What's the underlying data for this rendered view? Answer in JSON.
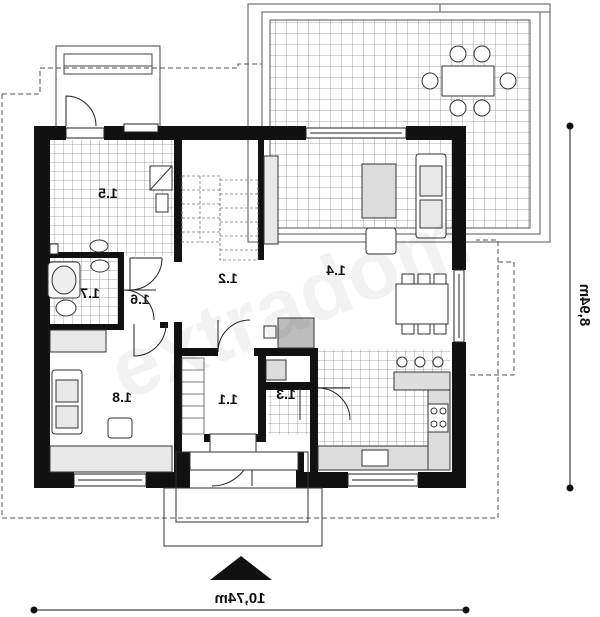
{
  "rooms": [
    {
      "id": "1.1",
      "label": "1.1"
    },
    {
      "id": "1.2",
      "label": "1.2"
    },
    {
      "id": "1.3",
      "label": "1.3"
    },
    {
      "id": "1.4",
      "label": "1.4"
    },
    {
      "id": "1.5",
      "label": "1.5"
    },
    {
      "id": "1.6",
      "label": "1.6"
    },
    {
      "id": "1.7",
      "label": "1.7"
    },
    {
      "id": "1.8",
      "label": "1.8"
    }
  ],
  "dimensions": {
    "width_label": "10,74m",
    "depth_label": "8,94m"
  },
  "watermark": "extradom",
  "colors": {
    "wall": "#111111",
    "tile": "#9a9a9a",
    "furniture": "#cfcfcf",
    "floor": "#ffffff"
  }
}
